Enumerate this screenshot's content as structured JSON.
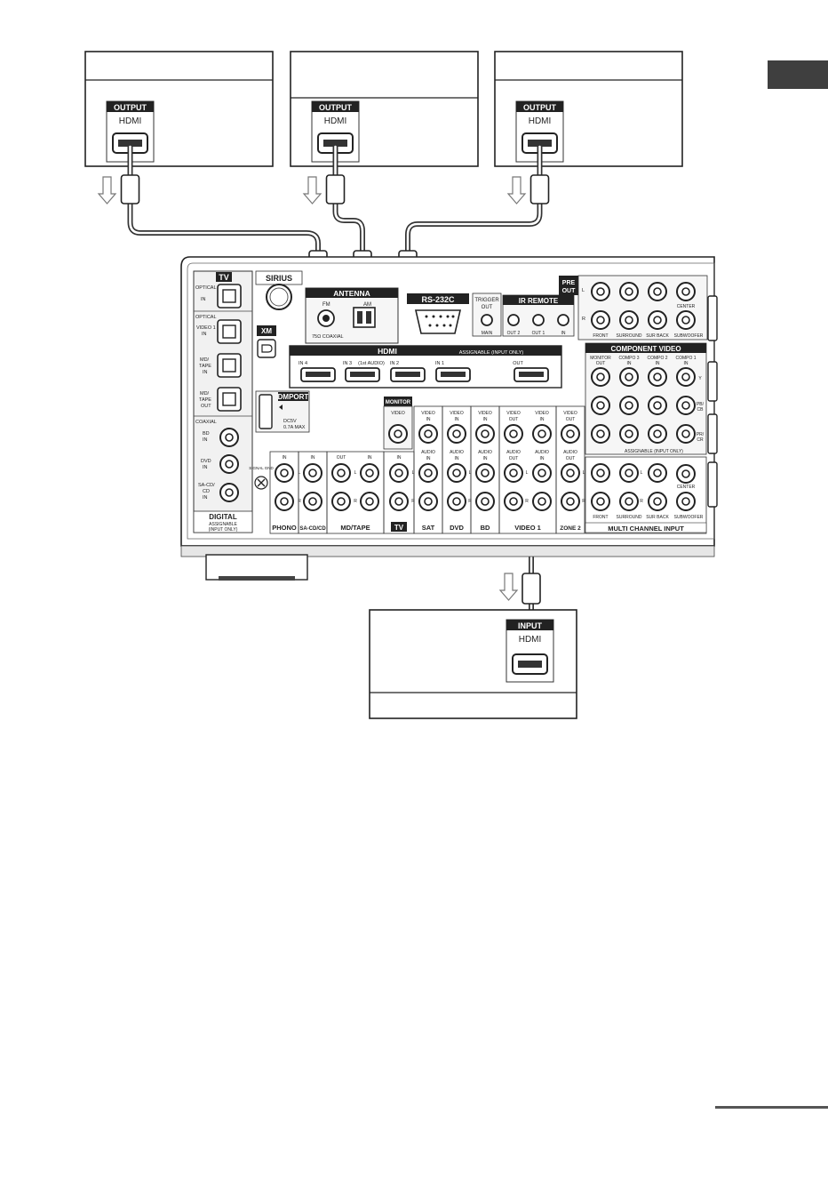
{
  "devices": {
    "source1": {
      "port_label": "OUTPUT",
      "port_type": "HDMI"
    },
    "source2": {
      "port_label": "OUTPUT",
      "port_type": "HDMI"
    },
    "source3": {
      "port_label": "OUTPUT",
      "port_type": "HDMI"
    },
    "display": {
      "port_label": "INPUT",
      "port_type": "HDMI"
    }
  },
  "receiver": {
    "tv": "TV",
    "optical": "OPTICAL",
    "opt_in": "IN",
    "video1_in": "VIDEO 1",
    "in": "IN",
    "md": "MD/",
    "tape": "TAPE",
    "out": "OUT",
    "coaxial": "COAXIAL",
    "bd": "BD",
    "dvd": "DVD",
    "sacd": "SA-CD/",
    "cd": "CD",
    "digital": "DIGITAL",
    "assignable": "ASSIGNABLE",
    "input_only": "(INPUT ONLY)",
    "sirius": "SIRIUS",
    "xm": "XM",
    "dmport": "DMPORT",
    "dc5v": "DC5V",
    "max": "0.7A MAX",
    "antenna": "ANTENNA",
    "fm": "FM",
    "am": "AM",
    "coax75": "75Ω COAXIAL",
    "rs232c": "RS-232C",
    "trigger": "TRIGGER",
    "trigger_out": "OUT",
    "main": "MAIN",
    "ir_remote": "IR REMOTE",
    "ir_out2": "OUT 2",
    "ir_out1": "OUT 1",
    "ir_in": "IN",
    "pre_out_1": "PRE",
    "pre_out_2": "OUT",
    "hdmi": "HDMI",
    "assignable_input_only": "ASSIGNABLE (INPUT ONLY)",
    "in4": "IN 4",
    "in3": "IN 3",
    "in3_sub": "(1st AUDIO)",
    "in2": "IN 2",
    "in1": "IN 1",
    "hdmi_out": "OUT",
    "monitor": "MONITOR",
    "video_out": "VIDEO",
    "video_in": "VIDEO",
    "audio_in": "AUDIO",
    "audio_out": "AUDIO",
    "signal_gnd": "SIGNAL GND",
    "l": "L",
    "r": "R",
    "phono": "PHONO",
    "sacd_bottom": "SA-CD/CD",
    "mdtape": "MD/TAPE",
    "sat": "SAT",
    "video1": "VIDEO 1",
    "zone2": "ZONE 2",
    "component_video": "COMPONENT VIDEO",
    "monitor_out": "MONITOR",
    "compo3": "COMPO 3",
    "compo2": "COMPO 2",
    "compo1": "COMPO 1",
    "y": "Y",
    "pb": "PB/",
    "cb": "CB",
    "pr": "PR/",
    "cr": "CR",
    "assignable_input_only2": "ASSIGNABLE (INPUT ONLY)",
    "front": "FRONT",
    "surround": "SURROUND",
    "sur_back": "SUR BACK",
    "subwoofer": "SUBWOOFER",
    "center": "CENTER",
    "multi_channel_input": "MULTI CHANNEL INPUT"
  }
}
